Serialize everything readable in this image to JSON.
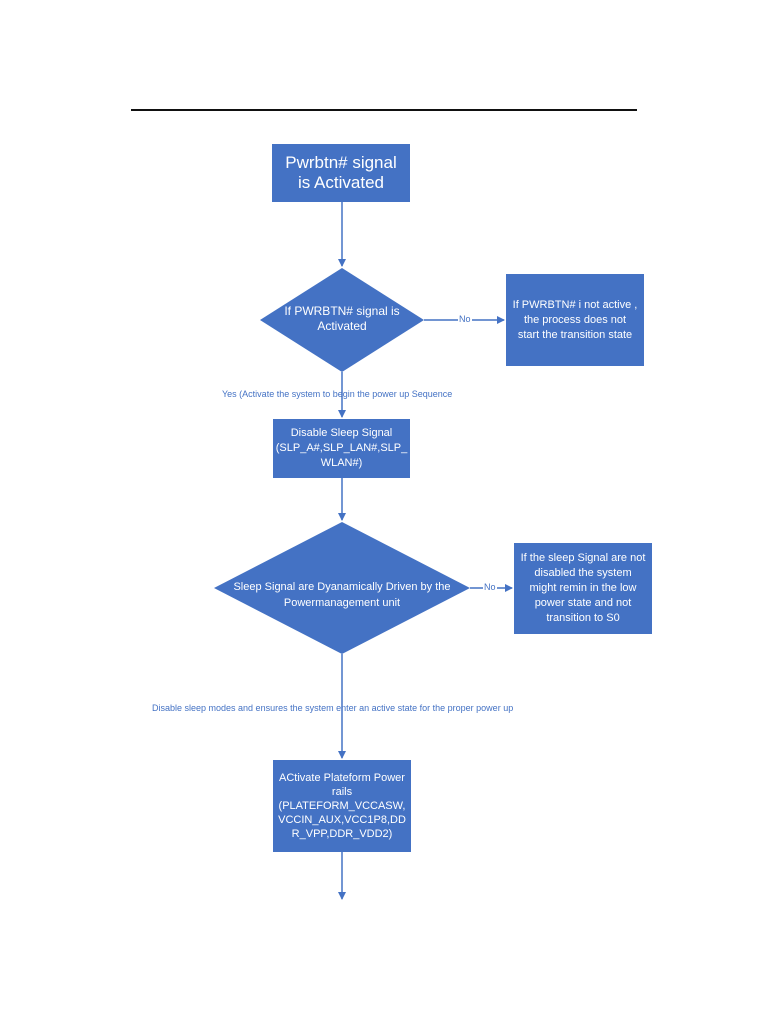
{
  "flow": {
    "start": {
      "text": "Pwrbtn# signal is Activated"
    },
    "decision1": {
      "text": "If PWRBTN# signal is Activated"
    },
    "no1": {
      "label": "No",
      "text": "If PWRBTN# i not active , the process does not start the transition state"
    },
    "yes1": {
      "label": "Yes (Activate the system to begin the power up Sequence"
    },
    "disable": {
      "text": "Disable Sleep Signal (SLP_A#,SLP_LAN#,SLP_ WLAN#)"
    },
    "decision2": {
      "text": "Sleep Signal are Dyanamically Driven by the Powermanagement unit"
    },
    "no2": {
      "label": "No",
      "text": "If the sleep Signal are not disabled the system might remin in the low power state and not transition to S0"
    },
    "yes2": {
      "label": "Disable sleep modes and ensures the system enter an active state for the proper power up"
    },
    "activate": {
      "text": "ACtivate Plateform Power rails (PLATEFORM_VCCASW, VCCIN_AUX,VCC1P8,DD R_VPP,DDR_VDD2)"
    }
  },
  "colors": {
    "shape_fill": "#4472c4",
    "connector": "#4472c4",
    "text_on_shape": "#ffffff",
    "label_text": "#4472c4"
  }
}
